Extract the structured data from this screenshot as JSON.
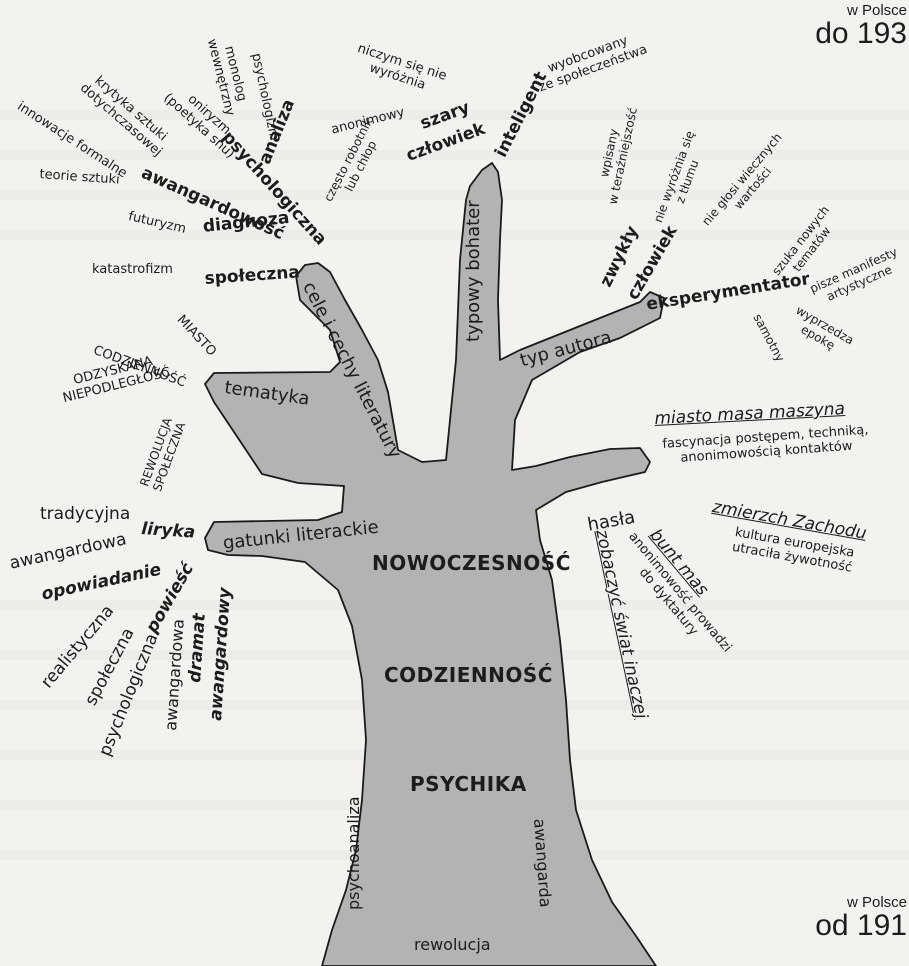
{
  "top_corner": {
    "small": "w Polsce",
    "large": "do 193"
  },
  "bottom_corner": {
    "small": "w Polsce",
    "large": "od 191"
  },
  "trunk": {
    "title": "NOWOCZESNOŚĆ",
    "mid": "CODZIENNOŚĆ",
    "low": "PSYCHIKA"
  },
  "roots": {
    "left": "psychoanaliza",
    "center": "rewolucja",
    "right": "awangarda"
  },
  "cele": {
    "branch": "cele i cechy literatury",
    "analiza": "analiza",
    "psychologiczna": "psychologiczna",
    "psychologizm": "psychologizm",
    "monolog": "monolog\nwewnętrzny",
    "oniryzm": "oniryzm\n(poetyka snu)",
    "krytyka": "krytyka sztuki\ndotychczasowej",
    "innowacje": "innowacje formalne",
    "teorie": "teorie sztuki",
    "awangardowosc": "awangardowość",
    "futuryzm": "futuryzm",
    "diagnoza": "diagnoza",
    "katastrofizm": "katastrofizm",
    "spoleczna": "społeczna"
  },
  "typowy": {
    "branch": "typowy bohater",
    "szary": "szary",
    "czlowiek": "człowiek",
    "anonimowy": "anonimowy",
    "niczym": "niczym się nie\nwyróżnia",
    "robotnik": "często robotnik\nlub chłop",
    "inteligent": "inteligent",
    "wyobcowany": "wyobcowany\nze społeczeństwa"
  },
  "autor": {
    "branch": "typ autora",
    "zwykly": "zwykły",
    "czlowiek": "człowiek",
    "wpisany": "wpisany\nw teraźniejszość",
    "wyroznia": "nie wyróżnia się\nz tłumu",
    "glosi": "nie głosi wiecznych\nwartości",
    "eksperymentator": "eksperymentator",
    "szuka": "szuka nowych\ntematów",
    "manifesty": "pisze manifesty\nartystyczne",
    "samotny": "samotny",
    "wyprzedza": "wyprzedza\nepokę"
  },
  "tematyka": {
    "branch": "tematyka",
    "miasto": "MIASTO",
    "codziennosc": "CODZIENNOŚĆ",
    "odzyskana": "ODZYSKANA\nNIEPODLEGŁOŚĆ",
    "rewolucja": "REWOLUCJA\nSPOŁECZNA"
  },
  "gatunki": {
    "branch": "gatunki literackie",
    "tradycyjna": "tradycyjna",
    "liryka": "liryka",
    "awangardowa": "awangardowa",
    "opowiadanie": "opowiadanie",
    "realistyczna": "realistyczna",
    "powiesc": "powieść",
    "spoleczna": "społeczna",
    "psychologiczna": "psychologiczna",
    "awangardowa2": "awangardowa",
    "dramat": "dramat",
    "awangardowy": "awangardowy"
  },
  "hasla": {
    "branch": "hasła",
    "miasto": "miasto masa maszyna",
    "fascynacja": "fascynacja postępem, techniką,\nanonimowością kontaktów",
    "zmierzch": "zmierzch Zachodu",
    "kultura": "kultura europejska\nutraciła żywotność",
    "bunt": "bunt mas",
    "anonimowosc": "anonimowość prowadzi\ndo dyktatury",
    "zobaczyc": "zobaczyć świat inaczej"
  }
}
